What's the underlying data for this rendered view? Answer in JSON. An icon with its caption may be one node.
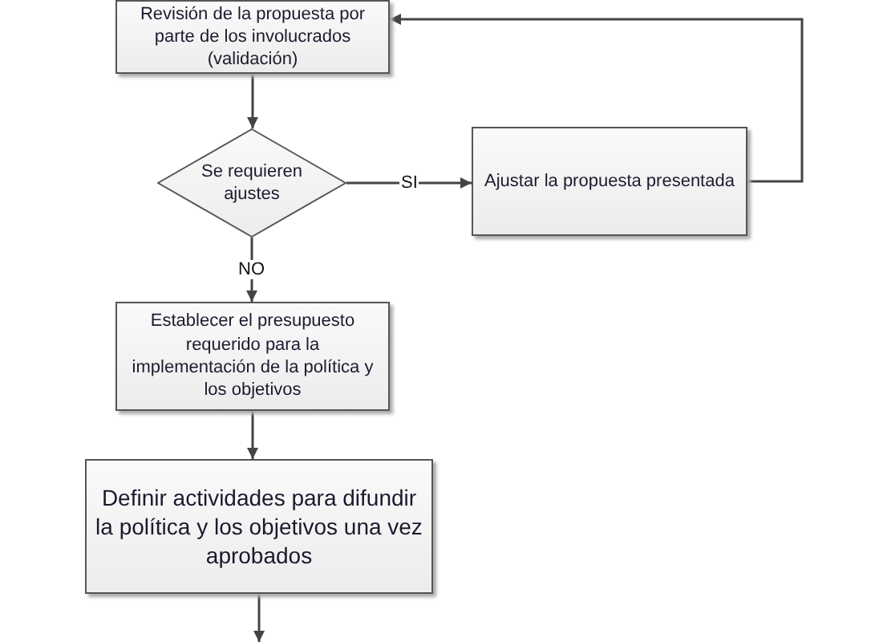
{
  "diagram": {
    "nodes": [
      {
        "text": [
          "Revisión de la propuesta por parte de los involucrados (validación)"
        ]
      },
      {
        "text": [
          "Se requieren ajustes"
        ]
      },
      {
        "text": [
          "Ajustar la propuesta presentada"
        ]
      },
      {
        "text": [
          "Establecer el presupuesto requerido para la implementación de la política y los objetivos"
        ]
      },
      {
        "text": [
          "Definir actividades para difundir la política y los objetivos una vez aprobados"
        ]
      }
    ],
    "edges": [
      {
        "from": 0,
        "to": 1,
        "arrow": "to"
      },
      {
        "from": 1,
        "to": 2,
        "arrow": "to",
        "label": "SI"
      },
      {
        "from": 2,
        "to": 0,
        "arrow": "to"
      },
      {
        "from": 1,
        "to": 3,
        "arrow": "to",
        "label": "NO"
      },
      {
        "from": 3,
        "to": 4,
        "arrow": "to"
      },
      {
        "from": 4,
        "to": null,
        "arrow": "to"
      }
    ]
  }
}
